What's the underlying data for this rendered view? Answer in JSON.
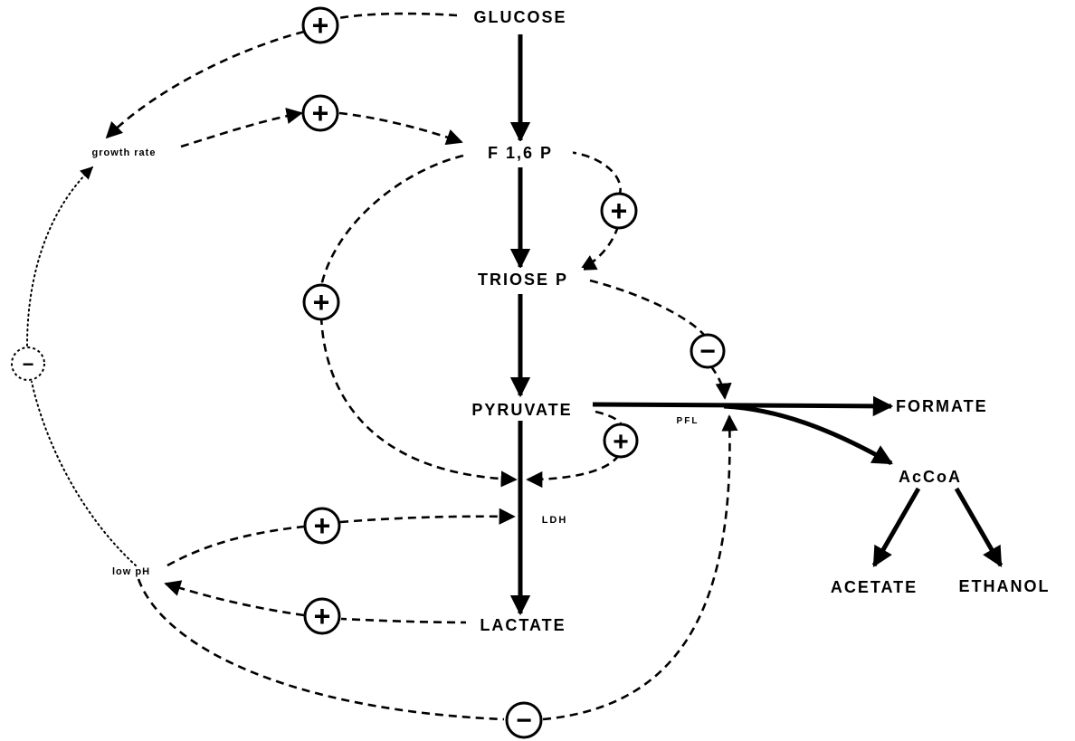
{
  "nodes": {
    "glucose": "GLUCOSE",
    "f16p": "F 1,6 P",
    "triose_p": "TRIOSE P",
    "pyruvate": "PYRUVATE",
    "lactate": "LACTATE",
    "formate": "FORMATE",
    "accoa": "AcCoA",
    "acetate": "ACETATE",
    "ethanol": "ETHANOL",
    "growth_rate": "growth rate",
    "low_ph": "low pH"
  },
  "enzymes": {
    "pfl": "PFL",
    "ldh": "LDH"
  },
  "signs": {
    "plus": "+",
    "minus": "−"
  }
}
